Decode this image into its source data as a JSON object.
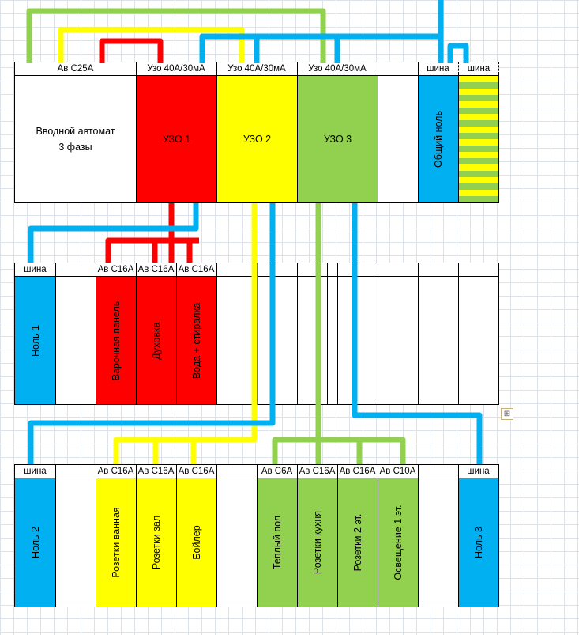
{
  "colors": {
    "red": "#ff0000",
    "yellow": "#ffff00",
    "green": "#92d050",
    "blue": "#00b0f0"
  },
  "top_panel": {
    "headers": {
      "main_breaker": "Ав С25А",
      "rcd1": "Узо 40А/30мА",
      "rcd2": "Узо 40А/30мА",
      "rcd3": "Узо 40А/30мА",
      "bus": "шина",
      "bus2": "шина"
    },
    "main_breaker_label": "Вводной автомат\n3 фазы",
    "rcd1_label": "УЗО 1",
    "rcd2_label": "УЗО 2",
    "rcd3_label": "УЗО 3",
    "neutral_label": "Общий ноль"
  },
  "middle_panel": {
    "headers": {
      "bus": "шина",
      "b1": "Ав С16А",
      "b2": "Ав С16А",
      "b3": "Ав С16А"
    },
    "neutral_label": "Ноль 1",
    "circuits": [
      "Варочная панель",
      "Духовка",
      "Вода + стиралка"
    ]
  },
  "bottom_panel": {
    "headers": {
      "bus_left": "шина",
      "y1": "Ав С16А",
      "y2": "Ав С16А",
      "y3": "Ав С16А",
      "g1": "Ав С6А",
      "g2": "Ав С16А",
      "g3": "Ав С16А",
      "g4": "Ав С10А",
      "bus_right": "шина"
    },
    "neutral2_label": "Ноль 2",
    "neutral3_label": "Ноль 3",
    "yellow_circuits": [
      "Розетки ванная",
      "Розетки зал",
      "Бойлер"
    ],
    "green_circuits": [
      "Теплый пол",
      "Розетки кухня",
      "Розетки 2 эт.",
      "Освещение 1 эт."
    ]
  },
  "icons": {
    "expand": "expand-plus-icon"
  }
}
